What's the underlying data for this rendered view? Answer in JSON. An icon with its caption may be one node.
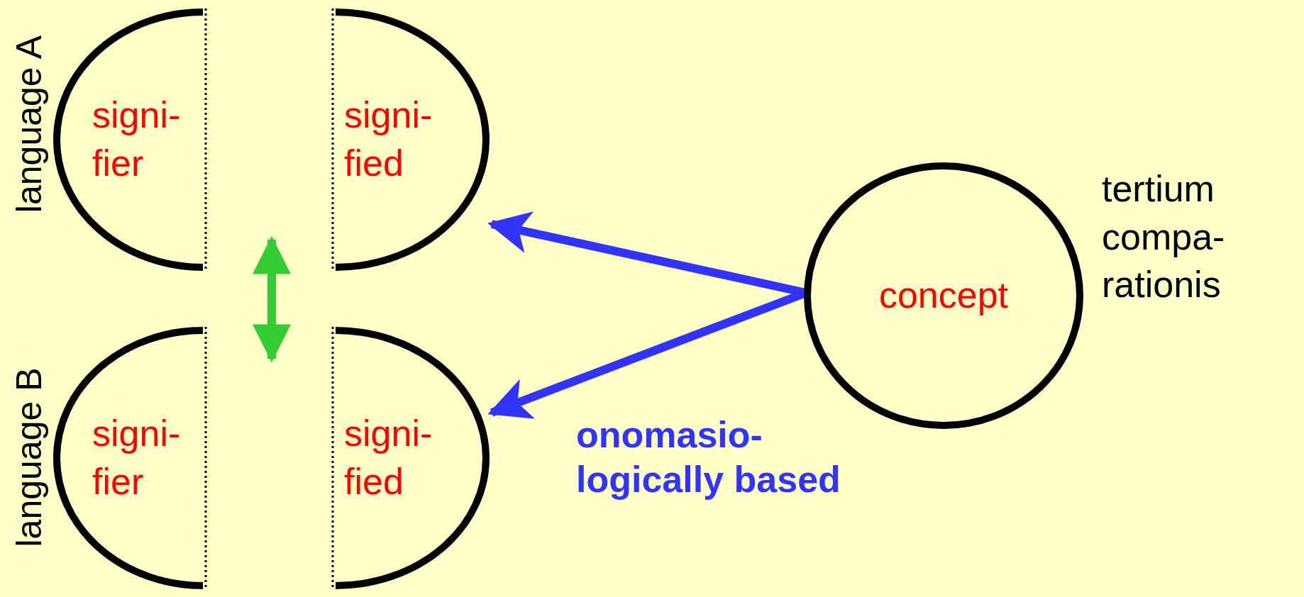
{
  "diagram": {
    "nodes": [
      {
        "text": [
          "signi- fier"
        ]
      },
      {
        "text": [
          "signi- fied"
        ]
      },
      {
        "text": [
          "signi- fier"
        ]
      },
      {
        "text": [
          "signi- fied"
        ]
      },
      {
        "text": [
          "concept"
        ],
        "beside": [
          "tertium compa- rationis"
        ]
      }
    ],
    "edges": [
      {
        "from": 4,
        "to": 1,
        "arrow": "to"
      },
      {
        "from": 4,
        "to": 3,
        "arrow": "to"
      }
    ],
    "labels": [
      "language A",
      "language B",
      "onomasio- logically based"
    ]
  }
}
